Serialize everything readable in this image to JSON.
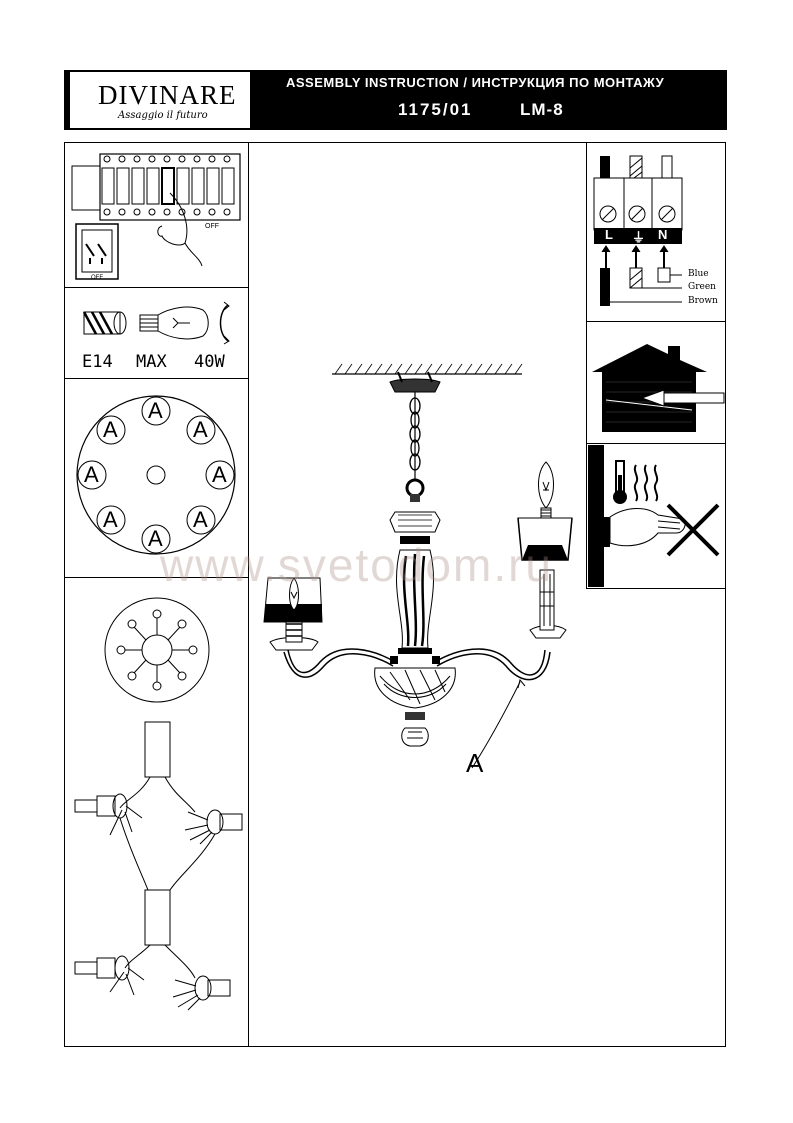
{
  "header": {
    "brand": "DIVINARE",
    "tagline": "Assaggio il futuro",
    "title": "ASSEMBLY INSTRUCTION / ИНСТРУКЦИЯ ПО МОНТАЖУ",
    "model_number": "1175/01",
    "model_code": "LM-8"
  },
  "switch_panel": {
    "off_label": "OFF",
    "switch_off_label": "OFF"
  },
  "bulb_spec": {
    "socket": "E14",
    "max_label": "MAX",
    "wattage": "40W"
  },
  "arms_layout": {
    "arm_label": "A",
    "arm_count": 8
  },
  "wiring": {
    "terminals": [
      "L",
      "⏚",
      "N"
    ],
    "wires": [
      "Blue",
      "Green",
      "Brown"
    ]
  },
  "main_diagram": {
    "arm_label": "A"
  },
  "watermark": "www.svetodom.ru"
}
